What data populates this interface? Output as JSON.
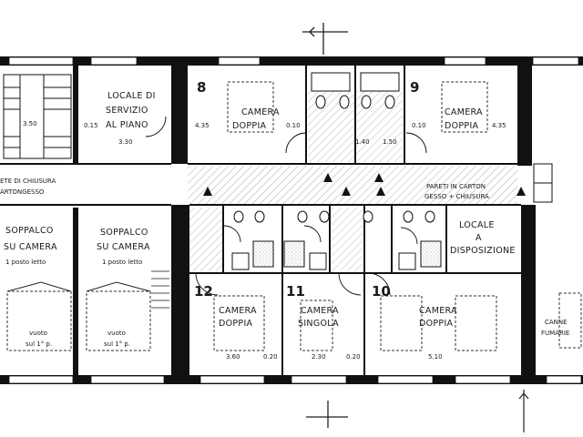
{
  "rooms": {
    "r8": {
      "number": "8",
      "line1": "CAMERA",
      "line2": "DOPPIA",
      "dim_left": "4.35",
      "dim_right": "0.10"
    },
    "r9": {
      "number": "9",
      "line1": "CAMERA",
      "line2": "DOPPIA",
      "dim_left": "0.10",
      "dim_right": "4.35"
    },
    "r12": {
      "number": "12",
      "line1": "CAMERA",
      "line2": "DOPPIA",
      "dim_left": "3.60",
      "dim_right": "0.20"
    },
    "r11": {
      "number": "11",
      "line1": "CAMERA",
      "line2": "SINGOLA",
      "dim_left": "2.30",
      "dim_right": "0.20"
    },
    "r10": {
      "number": "10",
      "line1": "CAMERA",
      "line2": "DOPPIA",
      "dim_right": "5.10"
    }
  },
  "service_room": {
    "line1": "LOCALE DI",
    "line2": "SERVIZIO",
    "line3": "AL PIANO",
    "dim_left": "0.15",
    "dim_bottom": "3.30"
  },
  "local_disposal": {
    "line1": "LOCALE",
    "line2": "A",
    "line3": "DISPOSIZIONE"
  },
  "soppalco_left": {
    "line1": "SOPPALCO",
    "line2": "SU CAMERA",
    "line3": "1 posto letto",
    "void1": "vuoto",
    "void2": "sul 1° p."
  },
  "soppalco_right": {
    "line1": "SOPPALCO",
    "line2": "SU CAMERA",
    "line3": "1 posto letto",
    "void1": "vuoto",
    "void2": "sul 1° p."
  },
  "walls_note_left": {
    "line1": "ETE DI CHIUSURA",
    "line2": "ARTONGESSO"
  },
  "walls_note_right": {
    "line1": "PARETI IN CARTON",
    "line2": "GESSO + CHIUSURA"
  },
  "flues": {
    "line1": "CANNE",
    "line2": "FUMARIE"
  },
  "stair_dim": "3.50",
  "bath_dims": {
    "a": "1.40",
    "b": "1.50"
  }
}
